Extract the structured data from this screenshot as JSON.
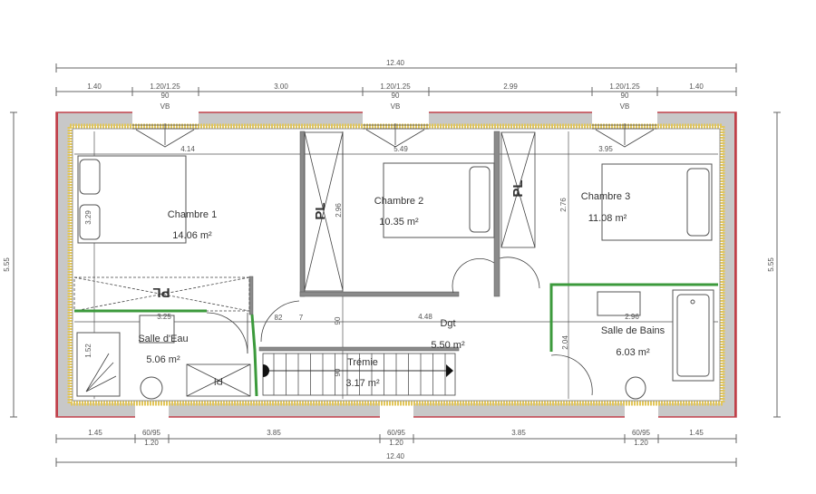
{
  "dimensions": {
    "top_total": "12.40",
    "top_segments": [
      "1.40",
      "1.20/1.25",
      "3.00",
      "1.20/1.25",
      "2.99",
      "1.20/1.25",
      "1.40"
    ],
    "window_width": "90",
    "window_type": "VB",
    "bottom_segments": [
      "1.45",
      "60/95",
      "3.85",
      "60/95",
      "3.85",
      "60/95",
      "1.45"
    ],
    "bottom_opening_width": "1.20",
    "bottom_total": "12.40",
    "side_height": "5.55"
  },
  "rooms": [
    {
      "name": "Chambre 1",
      "area": "14.06 m²"
    },
    {
      "name": "Chambre 2",
      "area": "10.35 m²"
    },
    {
      "name": "Chambre 3",
      "area": "11.08 m²"
    },
    {
      "name": "Salle d'Eau",
      "area": "5.06 m²"
    },
    {
      "name": "Dgt",
      "area": "5.50 m²"
    },
    {
      "name": "Trémie",
      "area": "3.17 m²"
    },
    {
      "name": "Salle de Bains",
      "area": "6.03 m²"
    }
  ],
  "inner_dims": {
    "ch1_width": "4.14",
    "ch2_width": "5.49",
    "ch3_width": "3.95",
    "ch1_depth": "3.29",
    "ch2_depth": "2.96",
    "ch3_depth": "2.76",
    "sde_width": "3.25",
    "sde_depth": "1.52",
    "door_82": "82",
    "door_7": "7",
    "door_90": "90",
    "dgt_width": "4.48",
    "sdb_width": "2.96",
    "sdb_depth": "2.04",
    "tremie_90": "90"
  },
  "closets": {
    "label": "PL",
    "label_small": "Pl"
  },
  "colors": {
    "wall": "#c8c8c8",
    "wall_edge": "#c0404a",
    "insulation": "#e2c65a",
    "partition_green": "#3c9a3c"
  }
}
